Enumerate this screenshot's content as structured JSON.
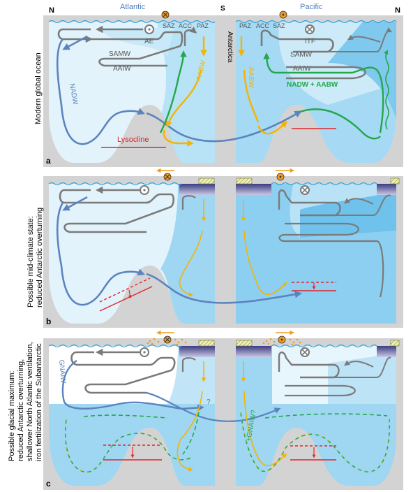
{
  "header": {
    "north_left": "N",
    "atlantic": "Atlantic",
    "south": "S",
    "pacific": "Pacific",
    "north_right": "N"
  },
  "panel_a": {
    "letter": "a",
    "side_label": "Modern global ocean",
    "ae": "AE",
    "saz_left": "SAZ",
    "acc_left": "ACC",
    "paz_left": "PAZ",
    "paz_right": "PAZ",
    "acc_right": "ACC",
    "saz_right": "SAZ",
    "itf": "ITF",
    "samw_left": "SAMW",
    "aaiw_left": "AAIW",
    "samw_right": "SAMW",
    "aaiw_right": "AAIW",
    "nadw": "NADW",
    "aabw_left": "AABW",
    "aabw_right": "AABW",
    "antarctica": "Antarctica",
    "nadw_aabw": "NADW + AABW",
    "lysocline": "Lysocline"
  },
  "panel_b": {
    "letter": "b",
    "side_label_1": "Possible mid-climate state:",
    "side_label_2": "reduced Antarctic overturning"
  },
  "panel_c": {
    "letter": "c",
    "side_label_1": "Possible glacial maximum:",
    "side_label_2": "reduced Antarctic overturning,",
    "side_label_3": "shallower North Atlantic ventilation,",
    "side_label_4": "iron fertilization of the Subantarctic",
    "gnaiw": "GNAIW",
    "q_mark": "?",
    "gnaiw_q": "+GNAIW?"
  },
  "colors": {
    "grey_flow": "#7a7a7a",
    "nadw_blue": "#5b84bf",
    "aabw_yellow": "#f4b400",
    "green_flow": "#22a84a",
    "lysocline_red": "#e0262a",
    "water_light": "#dbeff9",
    "water_mid": "#a9dbf3",
    "water_deep": "#79c7ee",
    "seafloor": "#d3d3d3",
    "ice": "#6a6aa8"
  }
}
